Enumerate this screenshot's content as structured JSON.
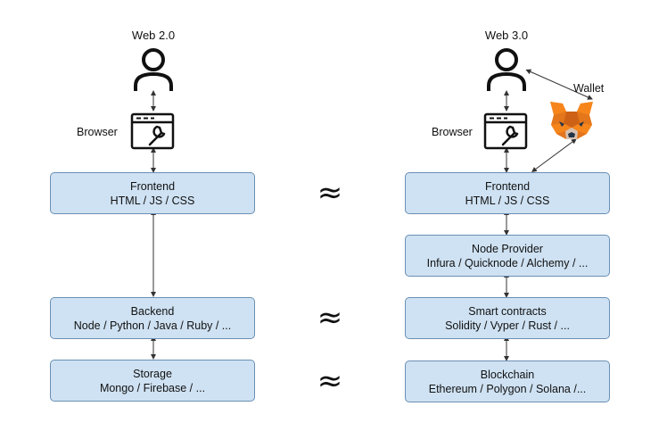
{
  "colors": {
    "box_fill": "#cfe2f3",
    "box_border": "#6a8fb3",
    "fox_orange": "#e2761b"
  },
  "web2": {
    "title": "Web 2.0",
    "browser_label": "Browser",
    "frontend": {
      "title": "Frontend",
      "subtitle": "HTML / JS / CSS"
    },
    "backend": {
      "title": "Backend",
      "subtitle": "Node / Python / Java / Ruby / ..."
    },
    "storage": {
      "title": "Storage",
      "subtitle": "Mongo / Firebase / ..."
    }
  },
  "web3": {
    "title": "Web 3.0",
    "browser_label": "Browser",
    "wallet_label": "Wallet",
    "frontend": {
      "title": "Frontend",
      "subtitle": "HTML / JS / CSS"
    },
    "node_provider": {
      "title": "Node Provider",
      "subtitle": "Infura / Quicknode / Alchemy / ..."
    },
    "smart_contracts": {
      "title": "Smart contracts",
      "subtitle": "Solidity / Vyper / Rust / ..."
    },
    "blockchain": {
      "title": "Blockchain",
      "subtitle": "Ethereum / Polygon / Solana /..."
    }
  },
  "equivalence": {
    "frontend": "≈",
    "backend": "≈",
    "storage": "≈"
  },
  "icons": {
    "user": "user-icon",
    "browser": "browser-window-icon",
    "wallet": "metamask-fox-icon"
  }
}
